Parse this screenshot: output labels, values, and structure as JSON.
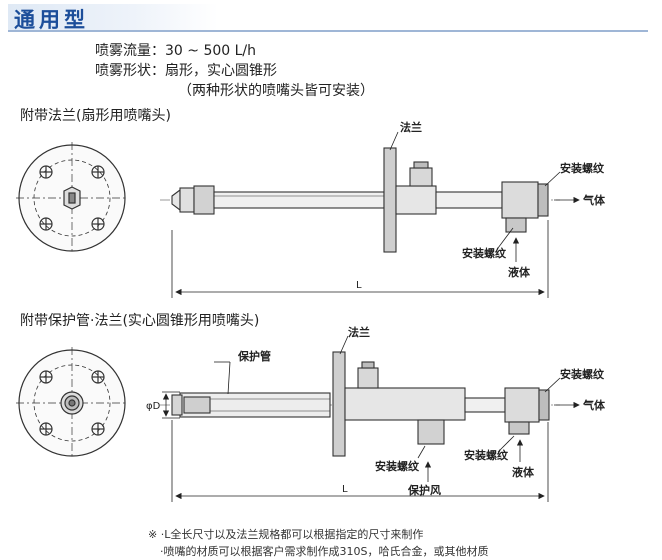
{
  "header": {
    "title": "通用型"
  },
  "specs": {
    "flow": "喷雾流量：30 ~ 500 L/h",
    "shape": "喷雾形状：扇形，实心圆锥形",
    "shape_note": "（两种形状的喷嘴头皆可安装）"
  },
  "section1": {
    "title": "附带法兰(扇形用喷嘴头)",
    "labels": {
      "flange": "法兰",
      "mount_thread_top": "安装螺纹",
      "gas": "气体",
      "mount_thread_bottom": "安装螺纹",
      "liquid": "液体",
      "length": "L"
    }
  },
  "section2": {
    "title": "附带保护管·法兰(实心圆锥形用喷嘴头)",
    "labels": {
      "flange": "法兰",
      "protective_tube": "保护管",
      "mount_thread_top": "安装螺纹",
      "gas": "气体",
      "diameter": "φD",
      "mount_thread_left": "安装螺纹",
      "mount_thread_right": "安装螺纹",
      "liquid": "液体",
      "protective_air": "保护风",
      "length": "L"
    }
  },
  "notes": {
    "line1": "※ ·L全长尺寸以及法兰规格都可以根据指定的尺寸来制作",
    "line2": "·喷嘴的材质可以根据客户需求制作成310S，哈氏合金，或其他材质"
  }
}
